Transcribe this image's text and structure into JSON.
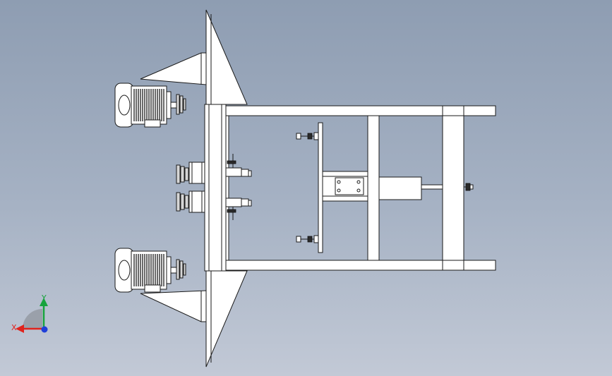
{
  "triad": {
    "x_label": "X",
    "y_label": "Y",
    "colors": {
      "x": "#e0231c",
      "y": "#17a33c",
      "z": "#1f3fd9"
    }
  },
  "scene": {
    "background_top": "#8e9db2",
    "background_bottom": "#c2c9d6",
    "components": [
      "left-motor-top",
      "left-motor-bottom",
      "upper-hopper-wing",
      "lower-hopper-wing",
      "main-frame",
      "pulley-assembly-upper",
      "pulley-assembly-lower",
      "press-plate",
      "push-cylinder"
    ]
  }
}
